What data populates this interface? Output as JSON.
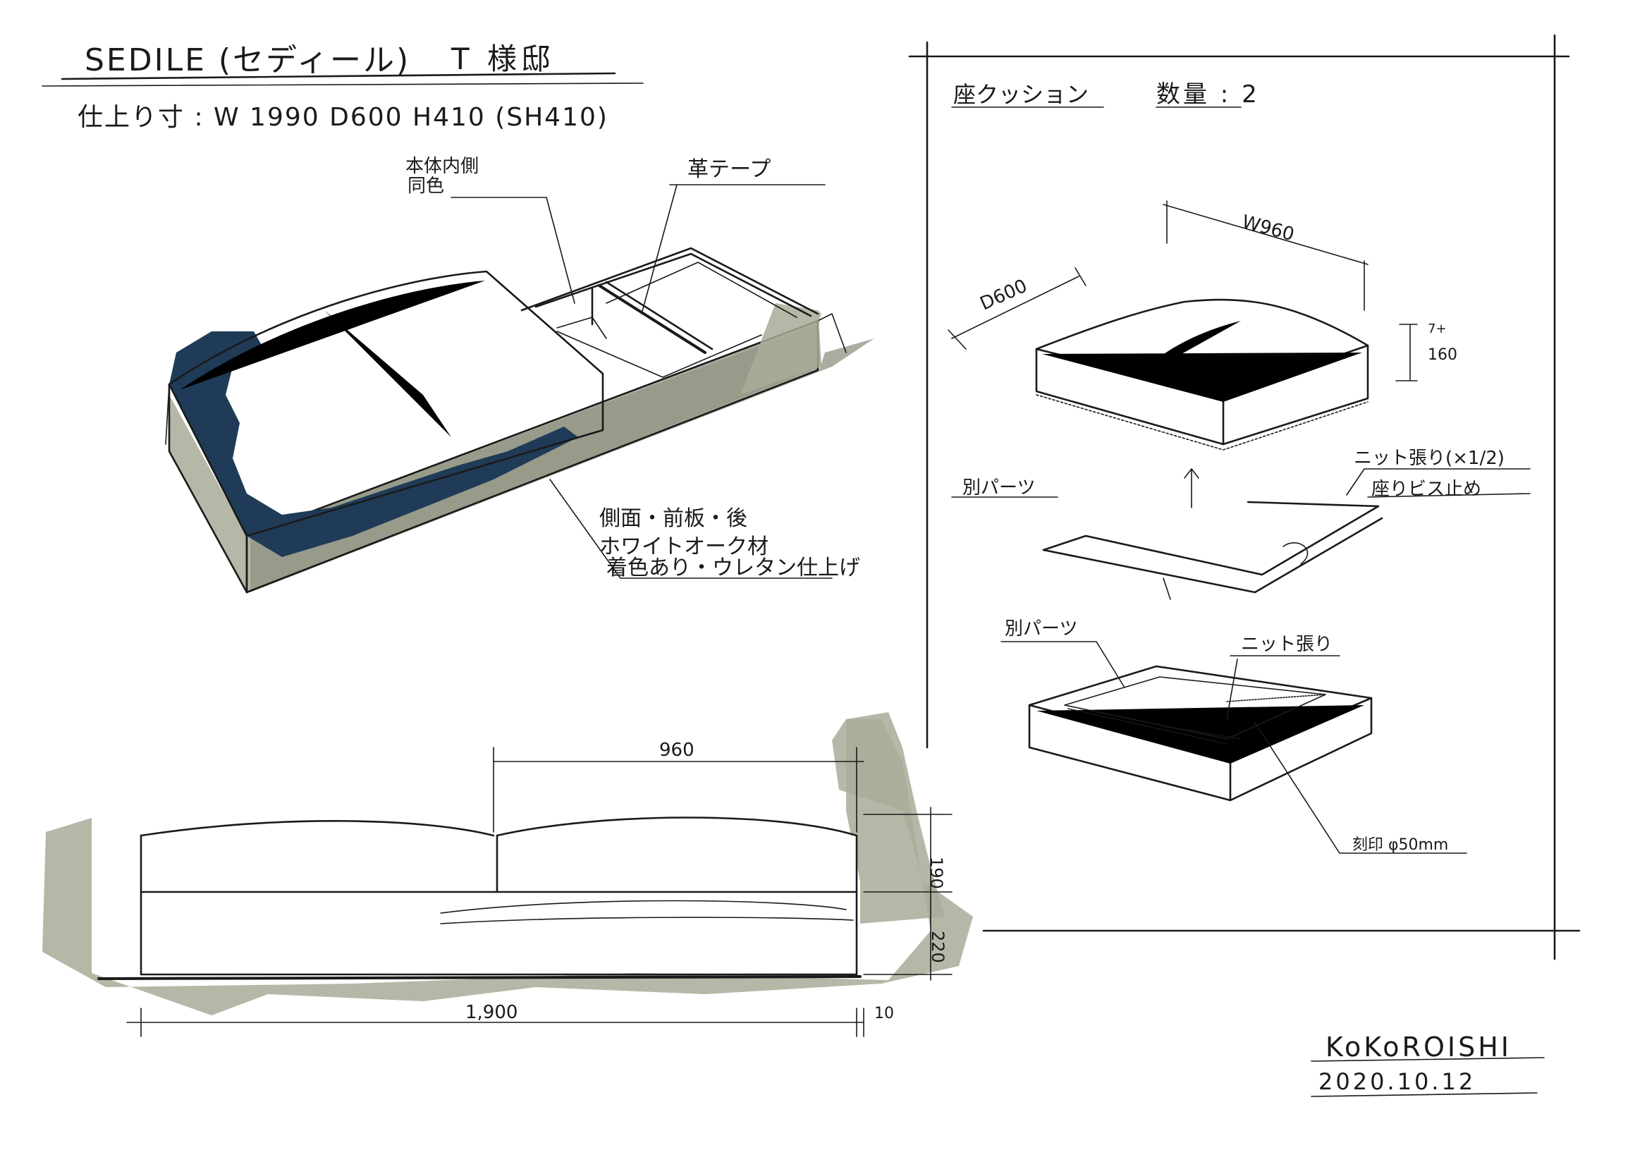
{
  "title": {
    "product": "SEDILE (セディール)",
    "client": "T 様邸",
    "spec": "仕上り寸 : W 1990 D600 H410 (SH410)"
  },
  "sofa_sketch": {
    "label_inner": [
      "本体内側",
      "同色"
    ],
    "label_tape": "革テープ",
    "label_material": [
      "側面・前板・後",
      "ホワイトオーク材",
      "着色あり・ウレタン仕上げ"
    ]
  },
  "elevation": {
    "dim_cushion_width": "960",
    "dim_cushion_height": "190",
    "dim_base_height": "220",
    "dim_total_width": "1,900",
    "dim_offset": "10"
  },
  "cushion_panel": {
    "title": "座クッション",
    "quantity": "数量 : 2",
    "dim_width": "W960",
    "dim_depth": "D600",
    "dim_height_top": "7+",
    "dim_height": "160",
    "label_separate_part": "別パーツ",
    "label_knit_note": [
      "ニット張り(×1/2)",
      "座りビス止め"
    ],
    "label_separate_part_2": "別パーツ",
    "label_knit": "ニット張り",
    "label_engraving": "刻印 φ50mm"
  },
  "signature": {
    "maker": "KoKoROISHI",
    "date": "2020.10.12"
  }
}
